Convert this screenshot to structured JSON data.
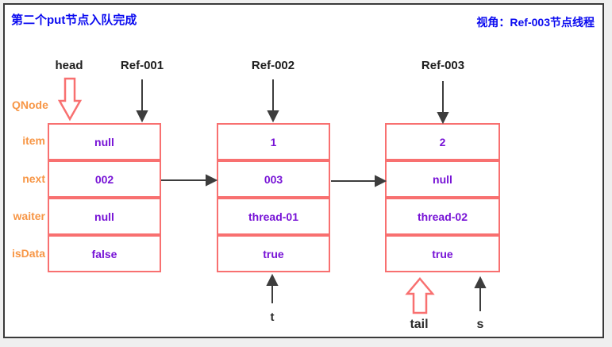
{
  "header": {
    "title": "第二个put节点入队完成",
    "view_label": "视角：Ref-003节点线程"
  },
  "class_label": "QNode",
  "field_labels": [
    "item",
    "next",
    "waiter",
    "isData"
  ],
  "nodes": [
    {
      "ref": "Ref-001",
      "fields": [
        "null",
        "002",
        "null",
        "false"
      ]
    },
    {
      "ref": "Ref-002",
      "fields": [
        "1",
        "003",
        "thread-01",
        "true"
      ]
    },
    {
      "ref": "Ref-003",
      "fields": [
        "2",
        "null",
        "thread-02",
        "true"
      ]
    }
  ],
  "pointer_labels": {
    "head": "head",
    "t": "t",
    "tail": "tail",
    "s": "s"
  },
  "colors": {
    "title_blue": "#0a0af0",
    "label_orange": "#f79646",
    "value_purple": "#7713d6",
    "box_border_salmon": "#f87070",
    "arrow_black": "#3d3d3d",
    "frame_border": "#3a3a3a"
  }
}
